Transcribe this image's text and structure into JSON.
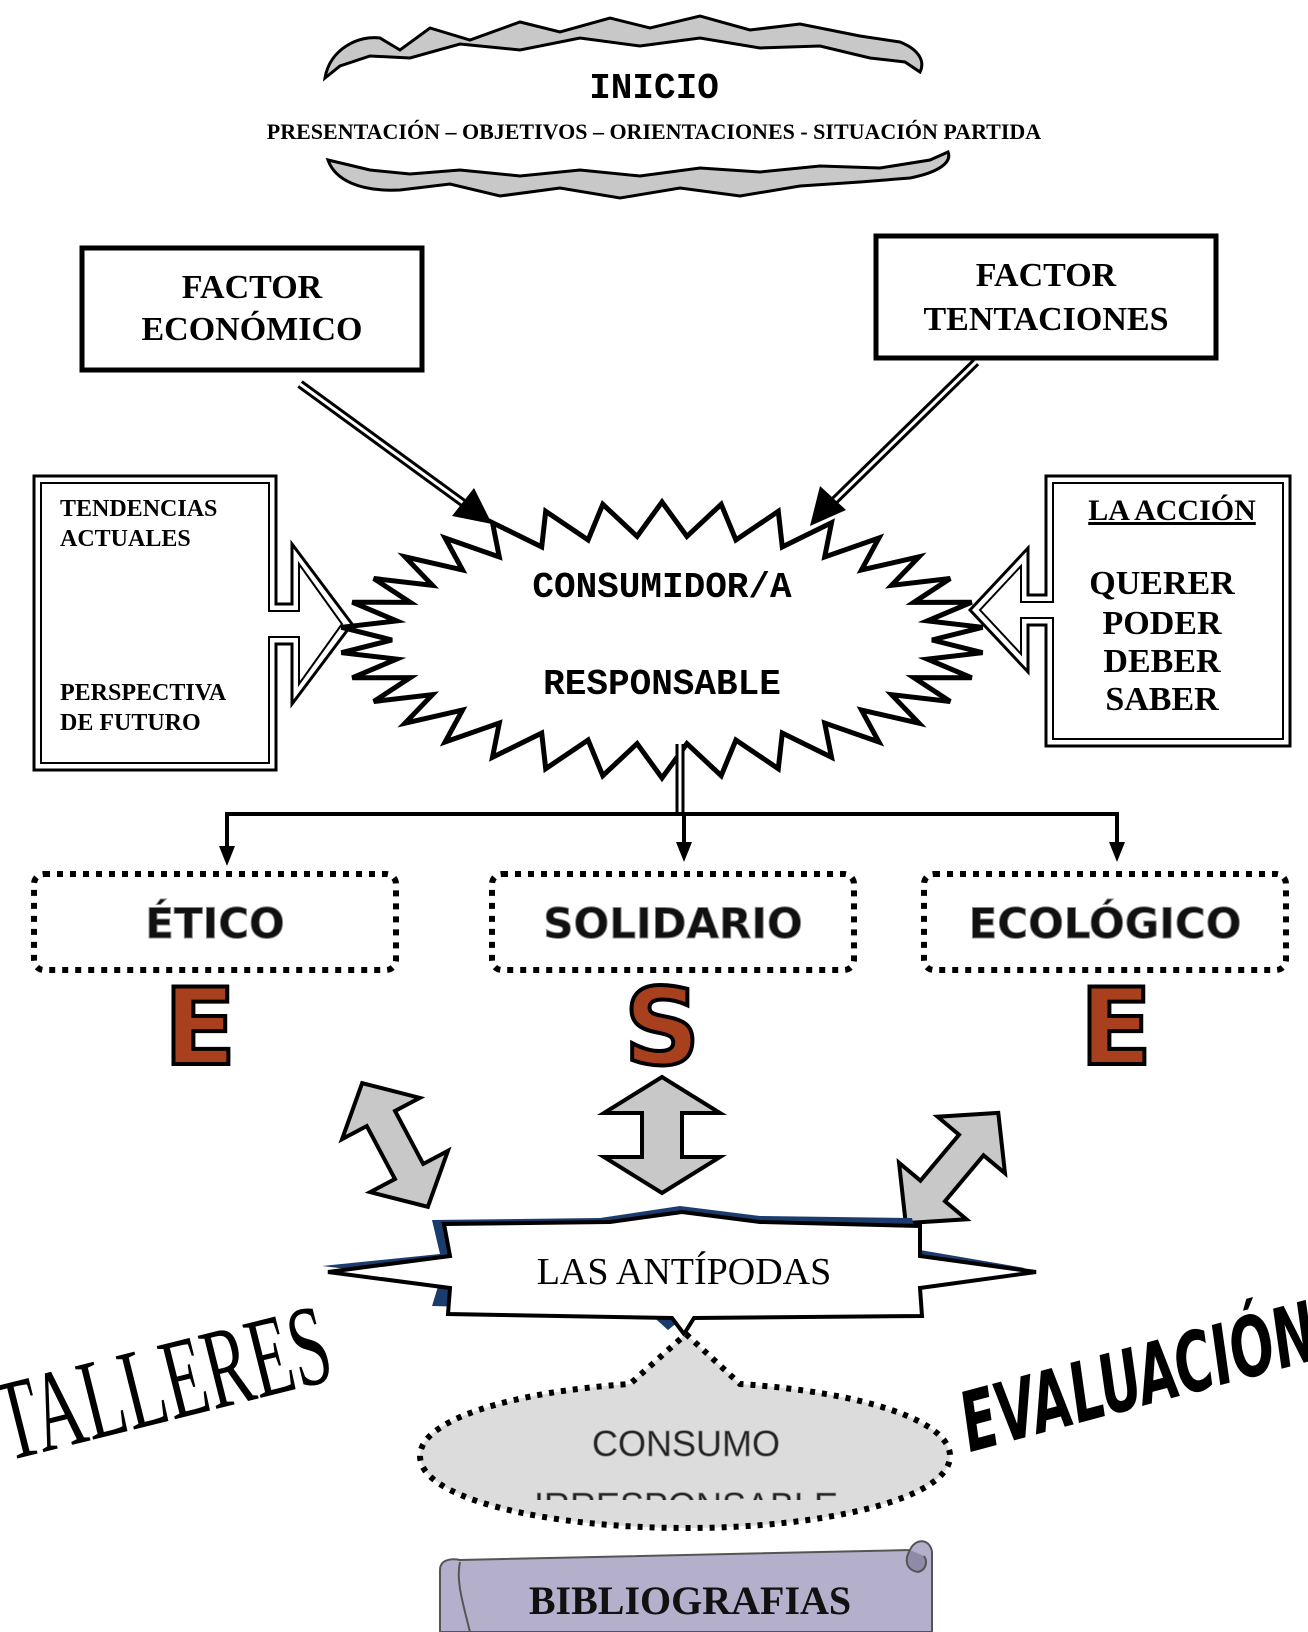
{
  "inicio": {
    "title": "INICIO",
    "subtitle": "PRESENTACIÓN – OBJETIVOS – ORIENTACIONES  - SITUACIÓN PARTIDA"
  },
  "factor_economico": {
    "line1": "FACTOR",
    "line2": "ECONÓMICO"
  },
  "factor_tentaciones": {
    "line1": "FACTOR",
    "line2": "TENTACIONES"
  },
  "left_box": {
    "top_line1": "TENDENCIAS",
    "top_line2": "ACTUALES",
    "bottom_line1": "PERSPECTIVA",
    "bottom_line2": "DE FUTURO"
  },
  "right_box": {
    "title": "LA ACCIÓN",
    "items": [
      "QUERER",
      "PODER",
      "DEBER",
      "SABER"
    ]
  },
  "center": {
    "line1": "CONSUMIDOR/A",
    "line2": "RESPONSABLE"
  },
  "pillars": [
    {
      "label": "ÉTICO",
      "letter": "E"
    },
    {
      "label": "SOLIDARIO",
      "letter": "S"
    },
    {
      "label": "ECOLÓGICO",
      "letter": "E"
    }
  ],
  "antipodas": "LAS ANTÍPODAS",
  "consumo": {
    "line1": "CONSUMO",
    "line2": "IRRESPONSABLE"
  },
  "talleres": "TALLERES",
  "evaluacion": "EVALUACIÓN",
  "bibliografias": "BIBLIOGRAFIAS",
  "colors": {
    "letter_fill": "#a8401d",
    "gray_fill": "#c8c8c8",
    "scroll_fill": "#b4b0cc",
    "shadow_blue": "#1b3d6e",
    "ellipse_fill": "#dcdcdc"
  }
}
